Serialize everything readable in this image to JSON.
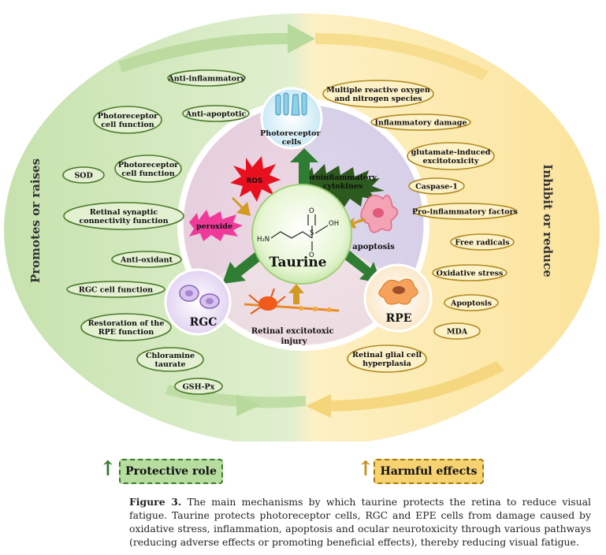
{
  "side_labels": {
    "left": "Promotes or raises",
    "right": "Inhibit or reduce"
  },
  "left_items": [
    "Anti-inflammatory",
    "Photoreceptor|cell function",
    "Anti-apoptotic",
    "SOD",
    "Photoreceptor|cell function",
    "Retinal synaptic|connectivity function",
    "Anti-oxidant",
    "RGC cell function",
    "Restoration of the|RPE function",
    "Chloramine|taurate",
    "GSH-Px"
  ],
  "right_items": [
    "Multiple reactive oxygen|and nitrogen species",
    "Inflammatory damage",
    "glutamate-induced|excitotoxicity",
    "Caspase-1",
    "Pro-inflammatory factors",
    "Free radicals",
    "Oxidative stress",
    "Apoptosis",
    "MDA",
    "Retinal glial cell|hyperplasia"
  ],
  "center": {
    "taurine": "Taurine",
    "nh2": "H₂N",
    "s": "S",
    "oh": "OH",
    "o": "O"
  },
  "nodes": {
    "photoreceptor": "Photoreceptor|cells",
    "rgc": "RGC",
    "rpe": "RPE"
  },
  "inner_labels": {
    "ros": "ROS",
    "peroxide": "peroxide",
    "cytokines": "proinflammatory|cytokines",
    "apoptosis": "apoptosis",
    "excitotoxic": "Retinal excitotoxic|injury"
  },
  "legend": {
    "protective": "Protective role",
    "harmful": "Harmful effects"
  },
  "caption": {
    "label": "Figure 3.",
    "text": "The main mechanisms by which taurine protects the retina to reduce visual fatigue. Taurine protects photoreceptor cells, RGC and EPE cells from damage caused by oxidative stress, inflammation, apoptosis and ocular neurotoxicity through various pathways (reducing adverse effects or promoting beneficial effects), thereby reducing visual fatigue."
  },
  "colors": {
    "green_outline": "#4a7a2a",
    "gold_outline": "#b08a20",
    "left_fill": "#cfe5b8",
    "right_fill": "#fbe6a6",
    "green_arrow": "#2e7d32",
    "gold_arrow": "#d39a22"
  }
}
